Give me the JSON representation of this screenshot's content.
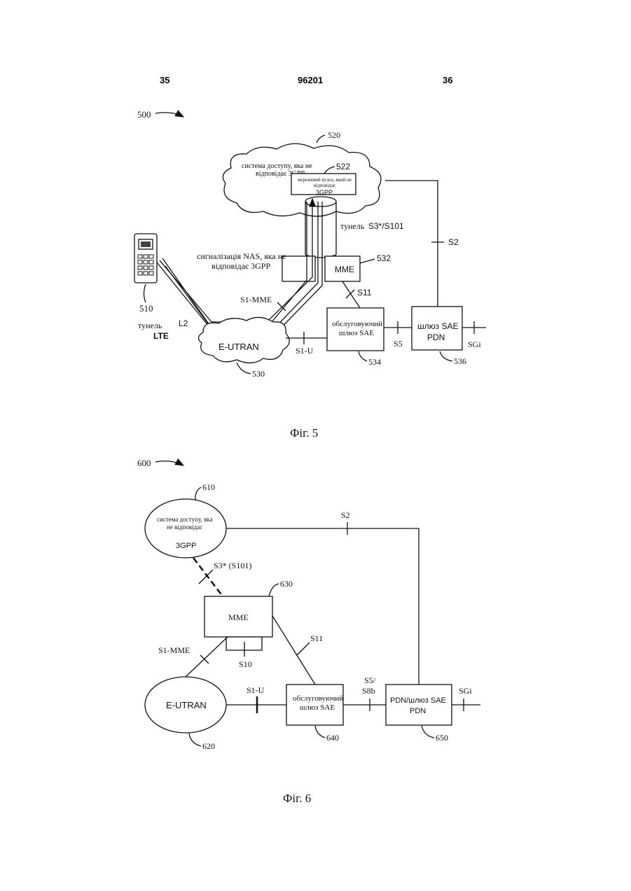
{
  "header": {
    "left_page": "35",
    "doc_number": "96201",
    "right_page": "36"
  },
  "fig5": {
    "ref_fig": "500",
    "cloud_ref": "520",
    "cloud_text_line1": "система доступу, яка не",
    "cloud_text_line2": "відповідає 3GPP",
    "node_ref": "522",
    "node_text_line1": "мережевий вузол, який не",
    "node_text_line2": "відповідає",
    "node_text_line3": "3GPP",
    "tunnel_label": "тунель",
    "tunnel_iface": "S3*/S101",
    "s2": "S2",
    "nas_line1": "сигналізація NAS, яка не",
    "nas_line2": "відповідає 3GPP",
    "mme": "MME",
    "mme_ref": "532",
    "s11": "S11",
    "s1mme": "S1-MME",
    "ue_ref": "510",
    "tunnel_lte_line1": "тунель",
    "l2": "L2",
    "lte": "LTE",
    "eutran": "E-UTRAN",
    "eutran_ref": "530",
    "s1u": "S1-U",
    "sgw_line1": "обслуговуючий",
    "sgw_line2": "шлюз SAE",
    "sgw_ref": "534",
    "s5": "S5",
    "pdn_line1": "шлюз SAE",
    "pdn_line2": "PDN",
    "pdn_ref": "536",
    "sgi": "SGi",
    "caption": "Фіг. 5"
  },
  "fig6": {
    "ref_fig": "600",
    "access_ref": "610",
    "access_line1": "система доступу, яка",
    "access_line2": "не відповідає",
    "access_line3": "3GPP",
    "s2": "S2",
    "s3": "S3* (S101)",
    "mme_ref": "630",
    "mme": "MME",
    "s11": "S11",
    "s1mme": "S1-MME",
    "s10": "S10",
    "eutran": "E-UTRAN",
    "eutran_ref": "620",
    "s1u": "S1-U",
    "sgw_line1": "обслуговуючий",
    "sgw_line2": "шлюз SAE",
    "sgw_ref": "640",
    "s5_line1": "S5/",
    "s5_line2": "S8b",
    "pdn_line1": "PDN/шлюз SAE",
    "pdn_line2": "PDN",
    "pdn_ref": "650",
    "sgi": "SGi",
    "caption": "Фіг. 6"
  }
}
